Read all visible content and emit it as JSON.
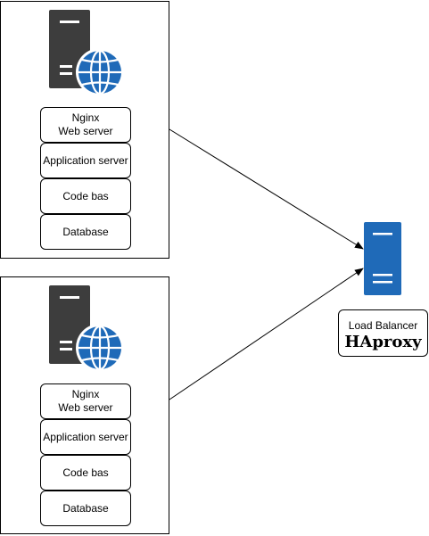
{
  "servers": [
    {
      "stack": [
        {
          "lines": [
            "Nginx",
            "Web server"
          ]
        },
        {
          "lines": [
            "Application server"
          ]
        },
        {
          "lines": [
            "Code bas"
          ]
        },
        {
          "lines": [
            "Database"
          ]
        }
      ],
      "icon": "web-server-icon"
    },
    {
      "stack": [
        {
          "lines": [
            "Nginx",
            "Web server"
          ]
        },
        {
          "lines": [
            "Application server"
          ]
        },
        {
          "lines": [
            "Code bas"
          ]
        },
        {
          "lines": [
            "Database"
          ]
        }
      ],
      "icon": "web-server-icon"
    }
  ],
  "load_balancer": {
    "title": "Load Balancer",
    "name": "HAproxy",
    "icon": "server-icon"
  },
  "colors": {
    "server_body": "#3d3d3d",
    "globe": "#1f6ab8",
    "lb_server": "#1f6ab8",
    "line": "#000000"
  }
}
